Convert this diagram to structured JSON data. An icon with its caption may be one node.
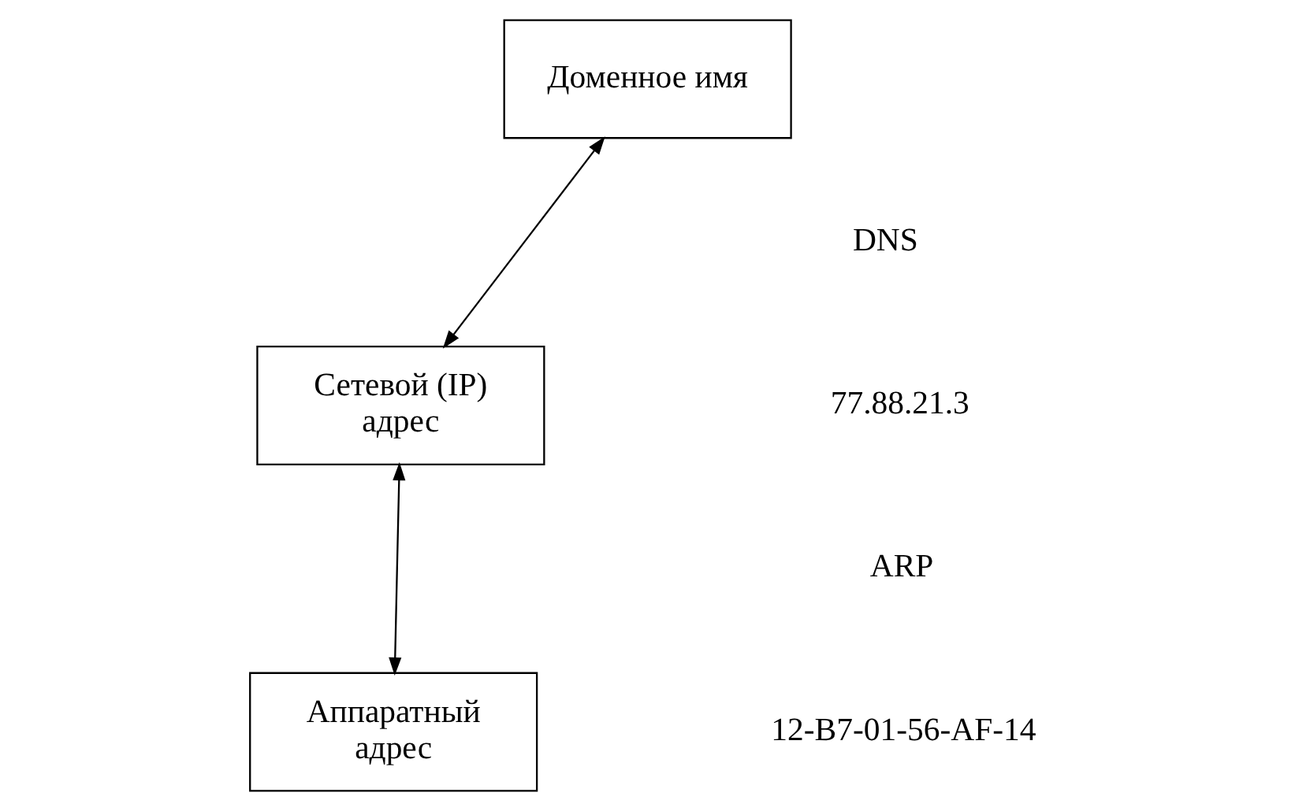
{
  "diagram": {
    "nodes": [
      {
        "text": [
          "Доменное имя"
        ]
      },
      {
        "text": [
          "Сетевой (IP) адрес"
        ]
      },
      {
        "text": [
          "Аппаратный адрес"
        ]
      }
    ],
    "edges": [
      {
        "from": 0,
        "to": 1,
        "arrow": "both"
      },
      {
        "from": 1,
        "to": 2,
        "arrow": "both"
      }
    ],
    "labels": [
      "DNS",
      "77.88.21.3",
      "ARP",
      "12-B7-01-56-AF-14"
    ]
  }
}
